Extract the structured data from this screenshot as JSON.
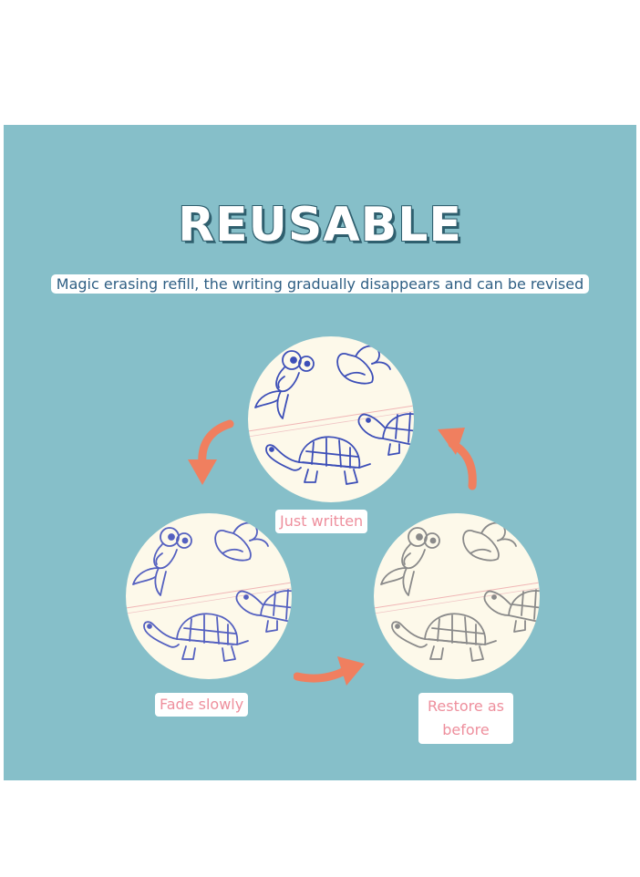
{
  "title": "REUSABLE",
  "subtitle": "Magic erasing refill, the writing gradually disappears and can be revised",
  "stages": [
    {
      "label": "Just written",
      "ink": "#3d4fb8",
      "icon": "turtle-goldfish-drawing-icon"
    },
    {
      "label": "Fade slowly",
      "ink": "#5460c0",
      "icon": "turtle-goldfish-drawing-icon"
    },
    {
      "label": "Restore as before",
      "ink": "#8a8a8a",
      "icon": "turtle-goldfish-drawing-icon"
    }
  ],
  "colors": {
    "panel": "#86bfc9",
    "arrow": "#f07f5f",
    "label_text": "#ee8f9d",
    "subtitle_text": "#2f5f84",
    "title_shadow": "#2f5f6e",
    "paper": "#fdf9ea"
  }
}
